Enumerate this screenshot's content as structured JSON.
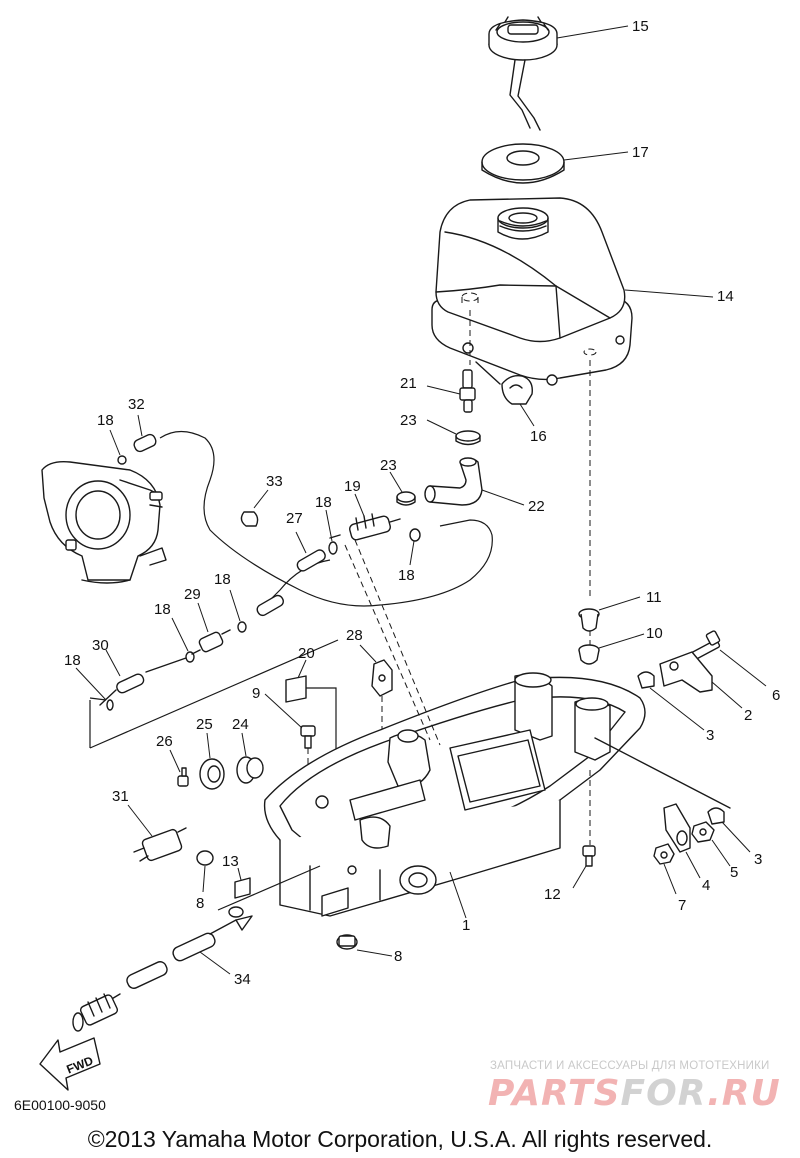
{
  "diagram": {
    "code": "6E00100-9050",
    "copyright": "©2013 Yamaha Motor Corporation, U.S.A. All rights reserved.",
    "fwd_label": "FWD",
    "watermark": {
      "subtitle": "ЗАПЧАСТИ И АКСЕССУАРЫ ДЛЯ МОТОТЕХНИКИ",
      "logo_part1": "PARTS",
      "logo_part2": "FOR",
      "logo_part3": ".RU"
    },
    "callouts": {
      "c1": "1",
      "c2": "2",
      "c3a": "3",
      "c3b": "3",
      "c4": "4",
      "c5": "5",
      "c6": "6",
      "c7": "7",
      "c8a": "8",
      "c8b": "8",
      "c9": "9",
      "c10": "10",
      "c11": "11",
      "c12": "12",
      "c13": "13",
      "c14": "14",
      "c15": "15",
      "c16": "16",
      "c17": "17",
      "c18a": "18",
      "c18b": "18",
      "c18c": "18",
      "c18d": "18",
      "c18e": "18",
      "c18f": "18",
      "c19": "19",
      "c20": "20",
      "c21": "21",
      "c22": "22",
      "c23a": "23",
      "c23b": "23",
      "c24": "24",
      "c25": "25",
      "c26": "26",
      "c27": "27",
      "c28": "28",
      "c29": "29",
      "c30": "30",
      "c31": "31",
      "c32": "32",
      "c33": "33",
      "c34": "34"
    },
    "colors": {
      "line": "#1a1a1a",
      "watermark_red": "#f2b3b3",
      "watermark_grey": "#d2d2d2"
    }
  }
}
